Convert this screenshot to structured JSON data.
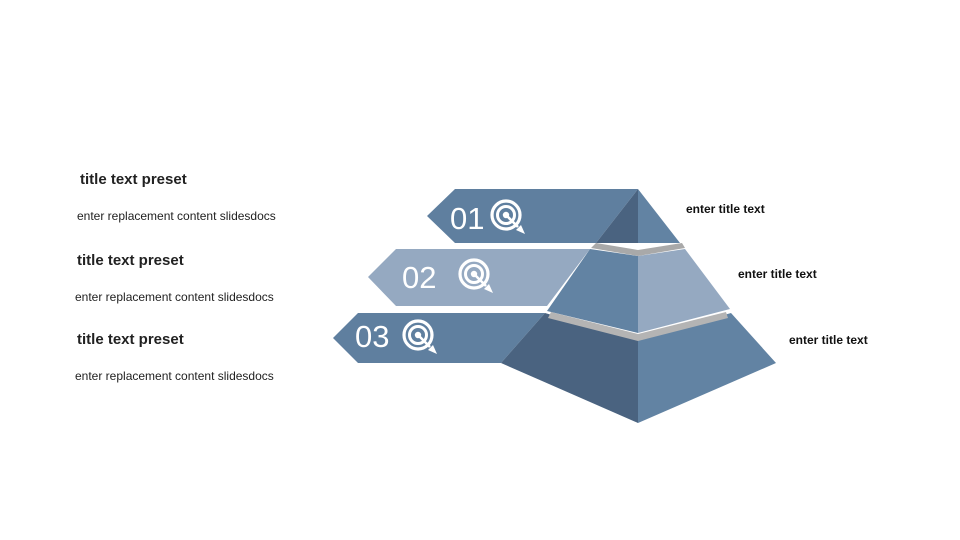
{
  "left_items": [
    {
      "title": "title text preset",
      "body": "enter replacement content slidesdocs"
    },
    {
      "title": "title text preset",
      "body": "enter replacement content slidesdocs"
    },
    {
      "title": "title text preset",
      "body": "enter replacement content slidesdocs"
    }
  ],
  "pyramid_levels": [
    {
      "number": "01",
      "label": "enter title text",
      "icon": "target-icon"
    },
    {
      "number": "02",
      "label": "enter title text",
      "icon": "target-icon"
    },
    {
      "number": "03",
      "label": "enter title text",
      "icon": "target-icon"
    }
  ],
  "colors": {
    "dark": "#4a6380",
    "medium": "#6283a3",
    "light": "#95a9c1",
    "separator": "#b3b3b3",
    "text": "#222222"
  }
}
